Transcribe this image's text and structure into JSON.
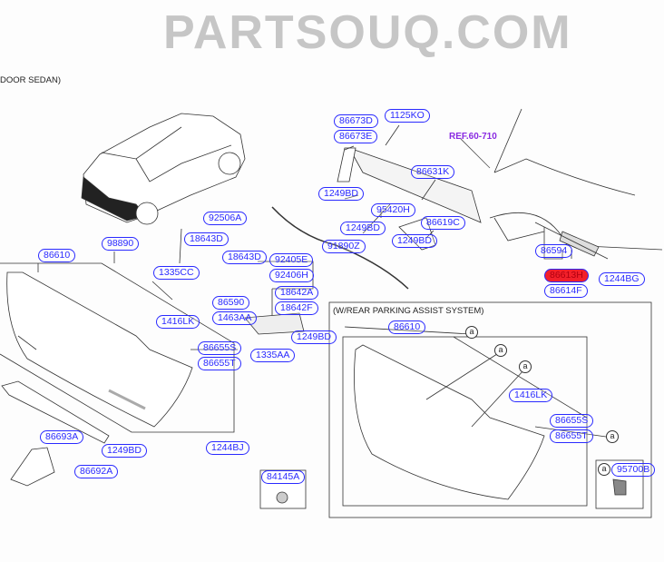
{
  "headers": {
    "sedan": "DOOR SEDAN)",
    "parking": "(W/REAR PARKING ASSIST SYSTEM)"
  },
  "watermark": "PARTSOUQ.COM",
  "ref": "REF.60-710",
  "circle_marker": "a",
  "highlight_color": "#f3202a",
  "label_color": "#2a2aff",
  "labels": [
    "86610",
    "98890",
    "92506A",
    "18643D",
    "18643D",
    "1335CC",
    "92405E",
    "92406H",
    "86590",
    "1463AA",
    "18642A",
    "18642F",
    "1416LK",
    "1249BD",
    "86655S",
    "86655T",
    "1335AA",
    "86693A",
    "1249BD",
    "1244BJ",
    "86692A",
    "84145A",
    "86673D",
    "86673E",
    "1125KO",
    "1249BD",
    "86631K",
    "95420H",
    "1249BD",
    "86619C",
    "1249BD",
    "91890Z",
    "86594",
    "86613H",
    "86614F",
    "1244BG"
  ],
  "parking_labels": [
    "86610",
    "1416LK",
    "86655S",
    "86655T",
    "95700B"
  ]
}
